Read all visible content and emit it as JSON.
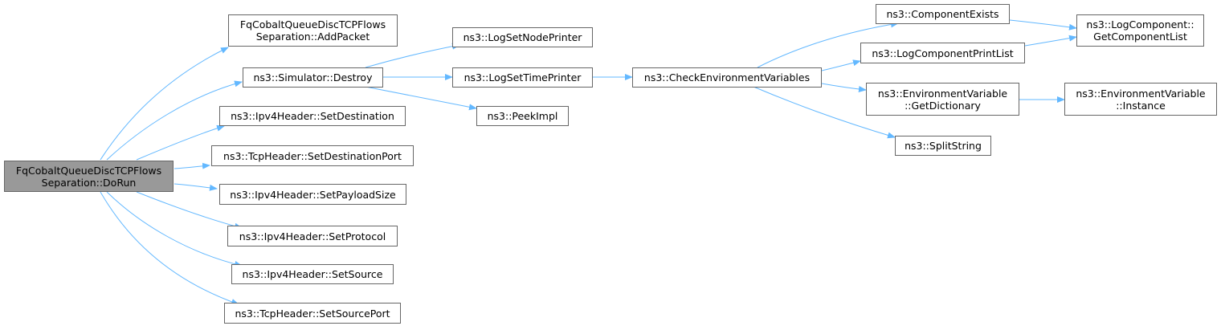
{
  "colors": {
    "edge": "#63b8ff",
    "node_border": "#666666",
    "node_fill": "#ffffff",
    "root_fill": "#999999"
  },
  "nodes": {
    "root": [
      "FqCobaltQueueDiscTCPFlows",
      "Separation::DoRun"
    ],
    "addpacket": [
      "FqCobaltQueueDiscTCPFlows",
      "Separation::AddPacket"
    ],
    "destroy": [
      "ns3::Simulator::Destroy"
    ],
    "setdestination": [
      "ns3::Ipv4Header::SetDestination"
    ],
    "setdestport": [
      "ns3::TcpHeader::SetDestinationPort"
    ],
    "setpayload": [
      "ns3::Ipv4Header::SetPayloadSize"
    ],
    "setprotocol": [
      "ns3::Ipv4Header::SetProtocol"
    ],
    "setsource": [
      "ns3::Ipv4Header::SetSource"
    ],
    "setsourceport": [
      "ns3::TcpHeader::SetSourcePort"
    ],
    "lognodeprinter": [
      "ns3::LogSetNodePrinter"
    ],
    "logtimeprinter": [
      "ns3::LogSetTimePrinter"
    ],
    "peekimpl": [
      "ns3::PeekImpl"
    ],
    "checkenv": [
      "ns3::CheckEnvironmentVariables"
    ],
    "compexists": [
      "ns3::ComponentExists"
    ],
    "logcompprint": [
      "ns3::LogComponentPrintList"
    ],
    "getdictionary": [
      "ns3::EnvironmentVariable",
      "::GetDictionary"
    ],
    "splitstring": [
      "ns3::SplitString"
    ],
    "getcomplist": [
      "ns3::LogComponent::",
      "GetComponentList"
    ],
    "instance": [
      "ns3::EnvironmentVariable",
      "::Instance"
    ]
  }
}
